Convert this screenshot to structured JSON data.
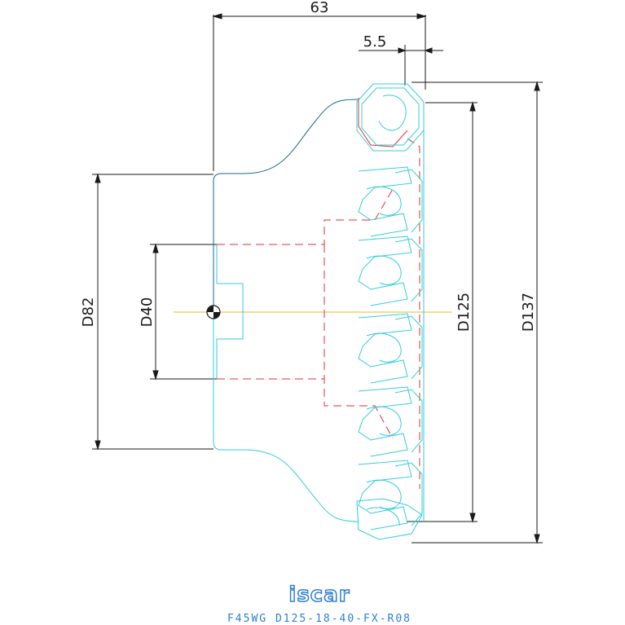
{
  "dimensions": {
    "overall_length": "63",
    "insert_offset": "5.5",
    "bore_diameter": "D40",
    "hub_diameter": "D82",
    "cutting_diameter": "D125",
    "max_diameter": "D137"
  },
  "logo_text": "iscar",
  "caption": "F45WG D125-18-40-FX-R08",
  "colors": {
    "dimension_line": "#1a1a1a",
    "body_outline": "#1a6a8a",
    "insert": "#33ccdd",
    "hidden_line": "#e03030",
    "center_line": "#e0c020",
    "caption": "#2f7fd0"
  }
}
